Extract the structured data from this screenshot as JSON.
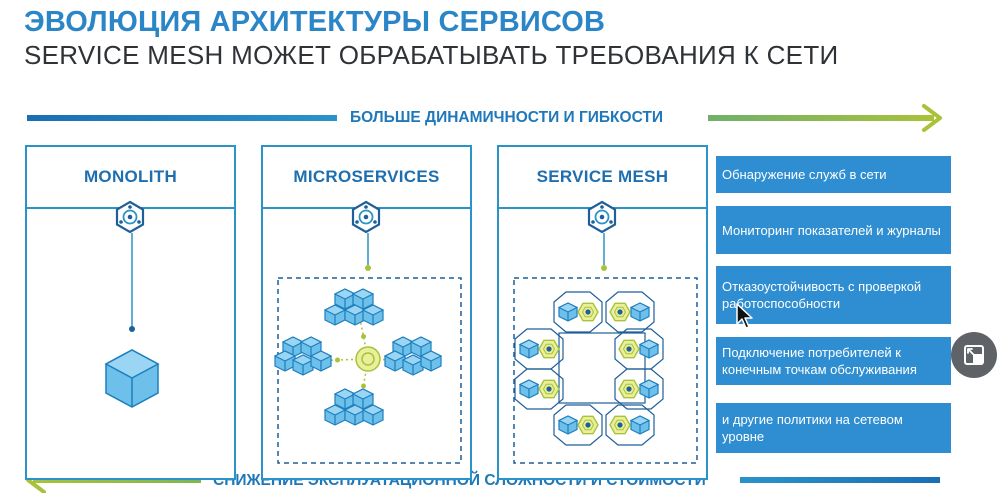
{
  "slide": {
    "title": "ЭВОЛЮЦИЯ АРХИТЕКТУРЫ СЕРВИСОВ",
    "subtitle": "SERVICE MESH МОЖЕТ ОБРАБАТЫВАТЬ ТРЕБОВАНИЯ К СЕТИ"
  },
  "arrows": {
    "top_label": "БОЛЬШЕ ДИНАМИЧНОСТИ И ГИБКОСТИ",
    "bottom_label": "СНИЖЕНИЕ ЭКСПЛУАТАЦИОННОЙ СЛОЖНОСТИ И СТОИМОСТИ"
  },
  "columns": [
    {
      "label": "MONOLITH"
    },
    {
      "label": "MICROSERVICES"
    },
    {
      "label": "SERVICE MESH"
    }
  ],
  "features": [
    {
      "text": "Обнаружение служб в сети"
    },
    {
      "text": "Мониторинг показателей и журналы"
    },
    {
      "text": "Отказоустойчивость с проверкой работоспособности"
    },
    {
      "text": "Подключение потребителей к конечным точкам обслуживания"
    },
    {
      "text": "и другие политики на сетевом уровне"
    }
  ],
  "colors": {
    "accent_blue": "#2e8ed1",
    "title_blue": "#2b86c8",
    "lime": "#a9c23a",
    "yellow_fill": "#e9ef9a"
  },
  "icons": {
    "overlay": "picture-in-picture-icon",
    "cursor": "mouse-pointer-icon"
  }
}
